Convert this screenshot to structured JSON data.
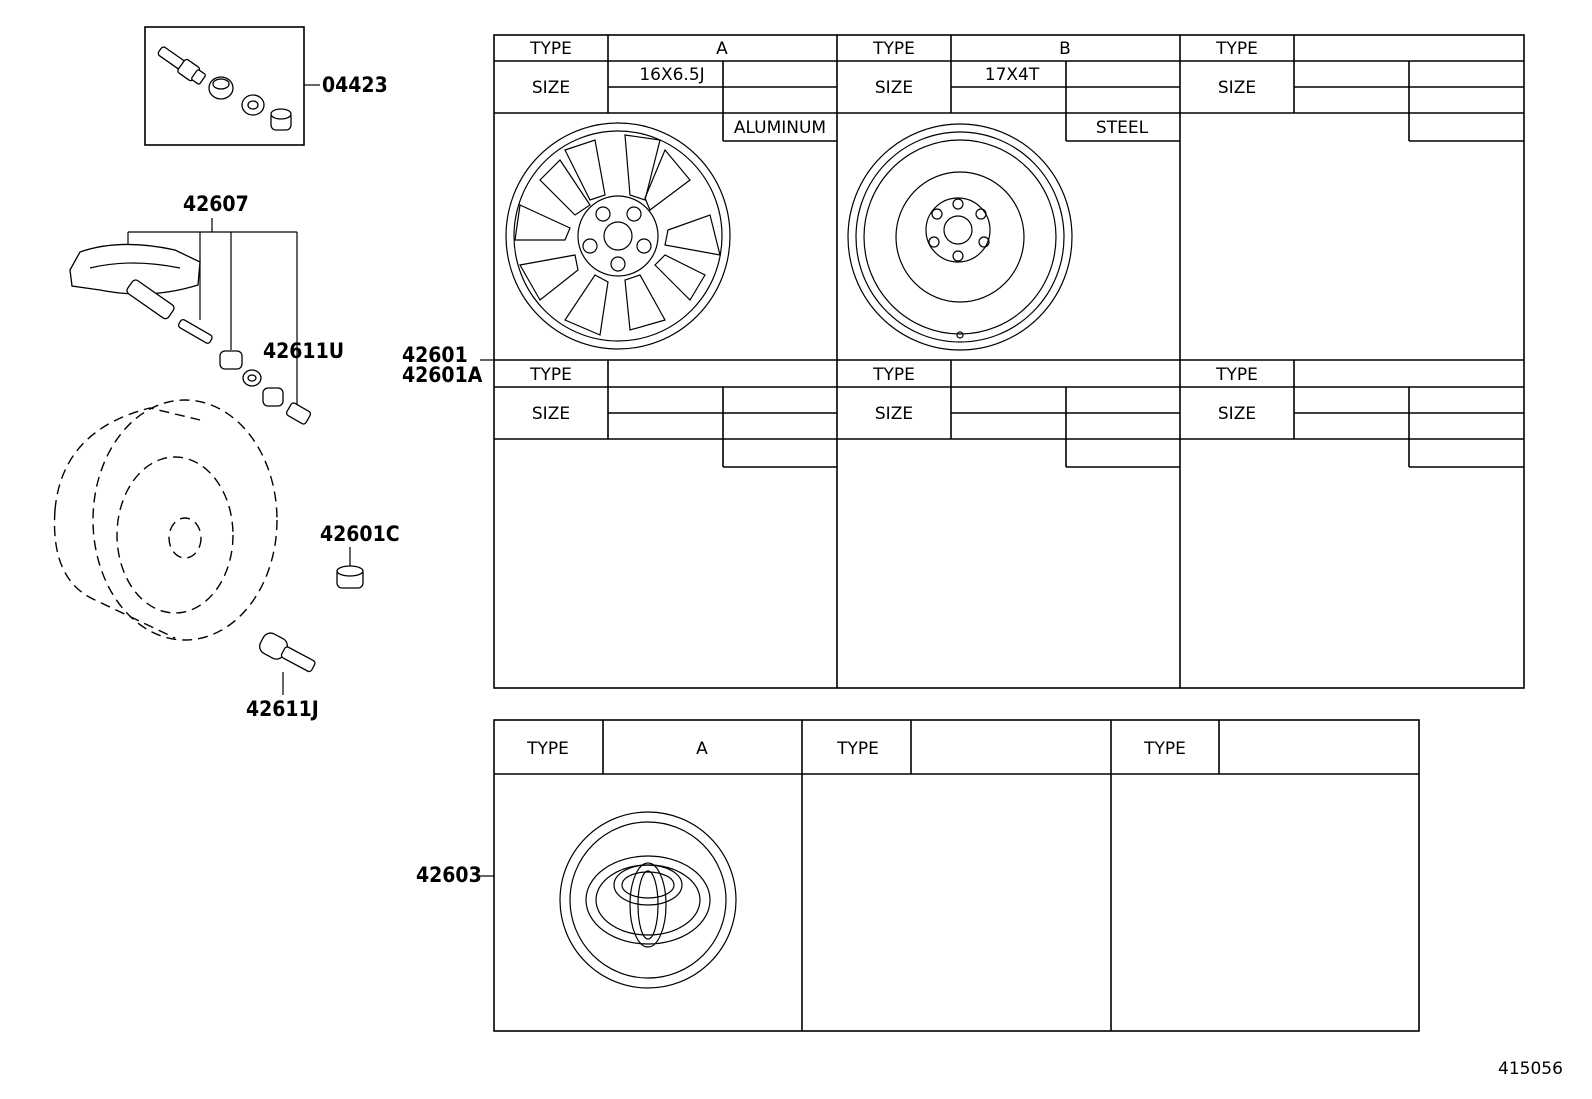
{
  "parts": {
    "p04423": "04423",
    "p42607": "42607",
    "p42611U": "42611U",
    "p42601C": "42601C",
    "p42611J": "42611J",
    "p42601": "42601",
    "p42601A": "42601A",
    "p42603": "42603"
  },
  "wheel_table": {
    "type_label": "TYPE",
    "size_label": "SIZE",
    "cells": [
      {
        "type": "A",
        "size": "16X6.5J",
        "material": "ALUMINUM"
      },
      {
        "type": "B",
        "size": "17X4T",
        "material": "STEEL"
      },
      {
        "type": "",
        "size": "",
        "material": ""
      },
      {
        "type": "",
        "size": "",
        "material": ""
      },
      {
        "type": "",
        "size": "",
        "material": ""
      },
      {
        "type": "",
        "size": "",
        "material": ""
      }
    ]
  },
  "cap_table": {
    "type_label": "TYPE",
    "cells": [
      {
        "type": "A"
      },
      {
        "type": ""
      },
      {
        "type": ""
      }
    ]
  },
  "footer": {
    "diagram_id": "415056"
  },
  "icons": [
    "valve-kit-icon",
    "tpms-sensor-icon",
    "tire-icon",
    "lug-nut-icon",
    "valve-stem-icon",
    "alloy-wheel-icon",
    "steel-wheel-icon",
    "toyota-emblem-icon"
  ]
}
